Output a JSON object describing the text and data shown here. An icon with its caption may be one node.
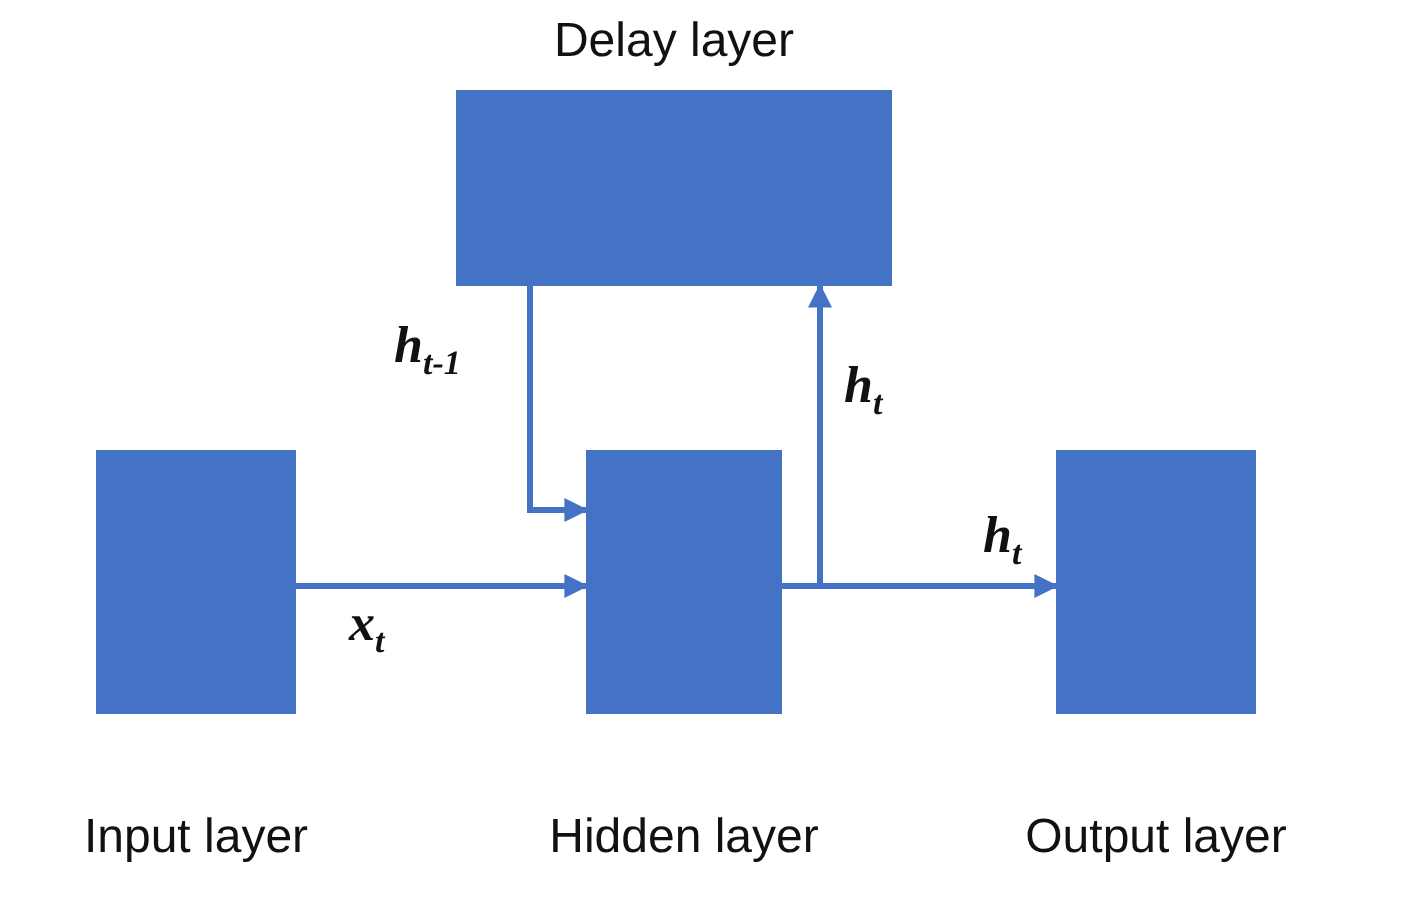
{
  "diagram": {
    "nodes": [
      {
        "text": [
          "Delay layer"
        ]
      },
      {
        "text": [
          "Input layer"
        ]
      },
      {
        "text": [
          "Hidden layer"
        ]
      },
      {
        "text": [
          "Output layer"
        ]
      }
    ],
    "edges": [
      {
        "from": 1,
        "to": 2,
        "arrow": "to",
        "label": "x$_{t}$"
      },
      {
        "from": 0,
        "to": 2,
        "arrow": "to",
        "label": "h$_{t-1}$"
      },
      {
        "from": 2,
        "to": 0,
        "arrow": "to",
        "label": "h$_{t}$"
      },
      {
        "from": 2,
        "to": 3,
        "arrow": "to",
        "label": "h$_{t}$"
      }
    ]
  }
}
